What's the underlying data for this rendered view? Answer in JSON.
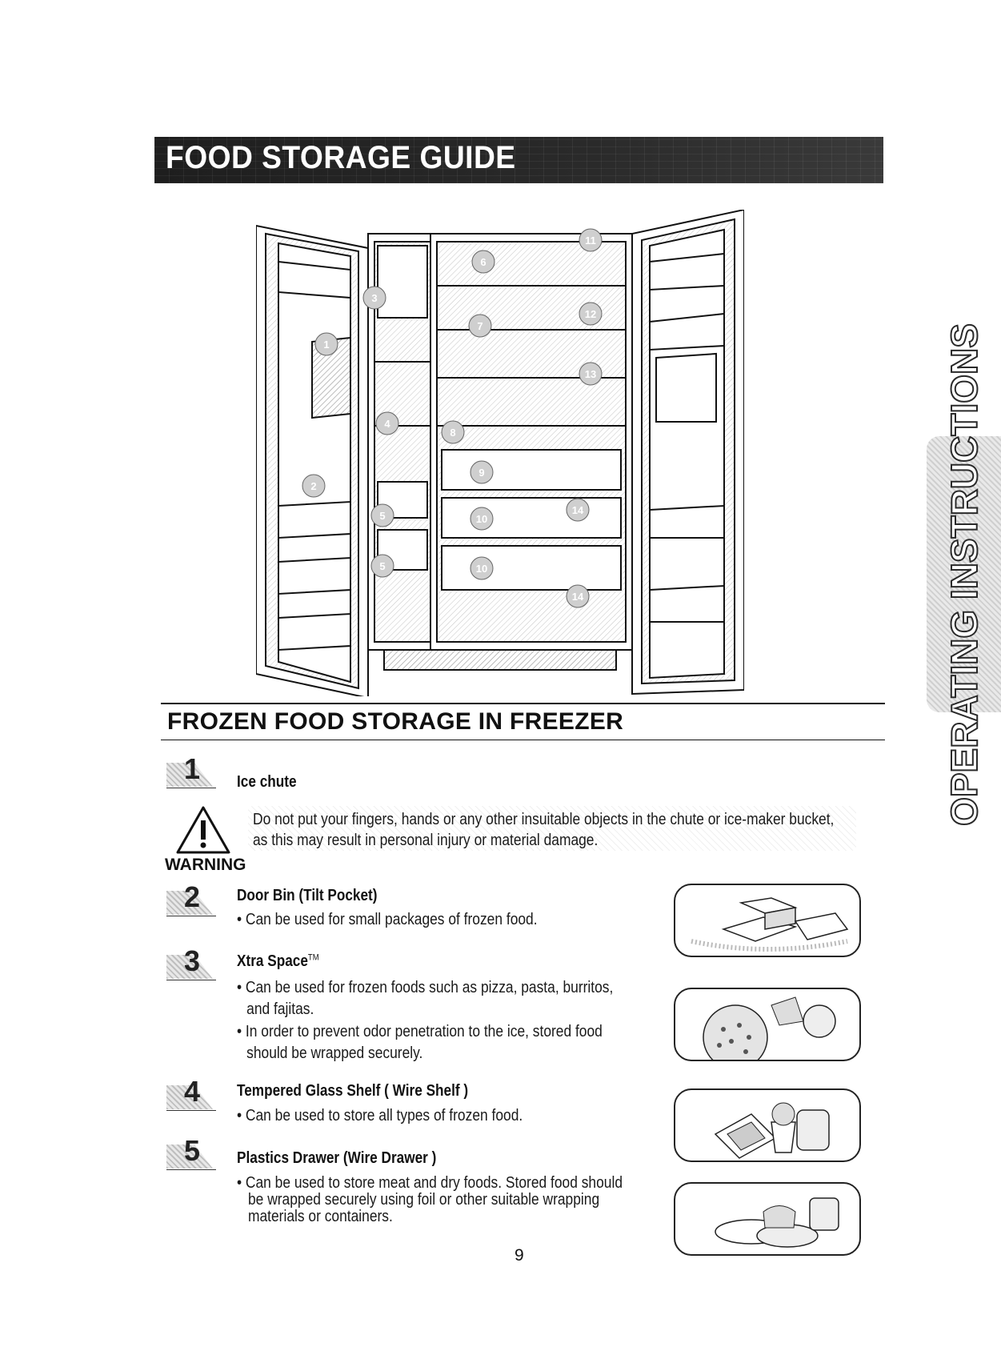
{
  "header": {
    "title": "FOOD STORAGE GUIDE"
  },
  "side_tab": {
    "label": "OPERATING INSTRUCTIONS"
  },
  "diagram": {
    "callouts": [
      "1",
      "2",
      "3",
      "4",
      "5",
      "5",
      "6",
      "7",
      "8",
      "9",
      "10",
      "10",
      "11",
      "12",
      "13",
      "14",
      "14"
    ]
  },
  "section": {
    "title": "FROZEN FOOD STORAGE IN FREEZER"
  },
  "warning": {
    "label": "WARNING",
    "lines": [
      "Do not put your fingers, hands or any other insuitable objects in the chute or ice-maker bucket,",
      "as this may result in personal injury or material damage."
    ]
  },
  "items": [
    {
      "number": "1",
      "title": "Ice chute"
    },
    {
      "number": "2",
      "title": "Door Bin (Tilt Pocket)",
      "bullets": [
        "• Can be used for small packages of frozen food."
      ]
    },
    {
      "number": "3",
      "title": "Xtra Space",
      "title_suffix": "TM",
      "bullets": [
        "• Can be used for frozen foods such as pizza, pasta, burritos,",
        "and fajitas.",
        "• In order to prevent odor penetration to the ice, stored food",
        "should be wrapped securely."
      ]
    },
    {
      "number": "4",
      "title": "Tempered Glass Shelf ( Wire Shelf )",
      "bullets": [
        "• Can be used to store all types of frozen food."
      ]
    },
    {
      "number": "5",
      "title": "Plastics Drawer (Wire Drawer )",
      "bullets": [
        "• Can be used to store meat and dry foods. Stored food should",
        "be wrapped securely using foil or other suitable wrapping",
        "materials or containers."
      ]
    }
  ],
  "page_number": "9"
}
